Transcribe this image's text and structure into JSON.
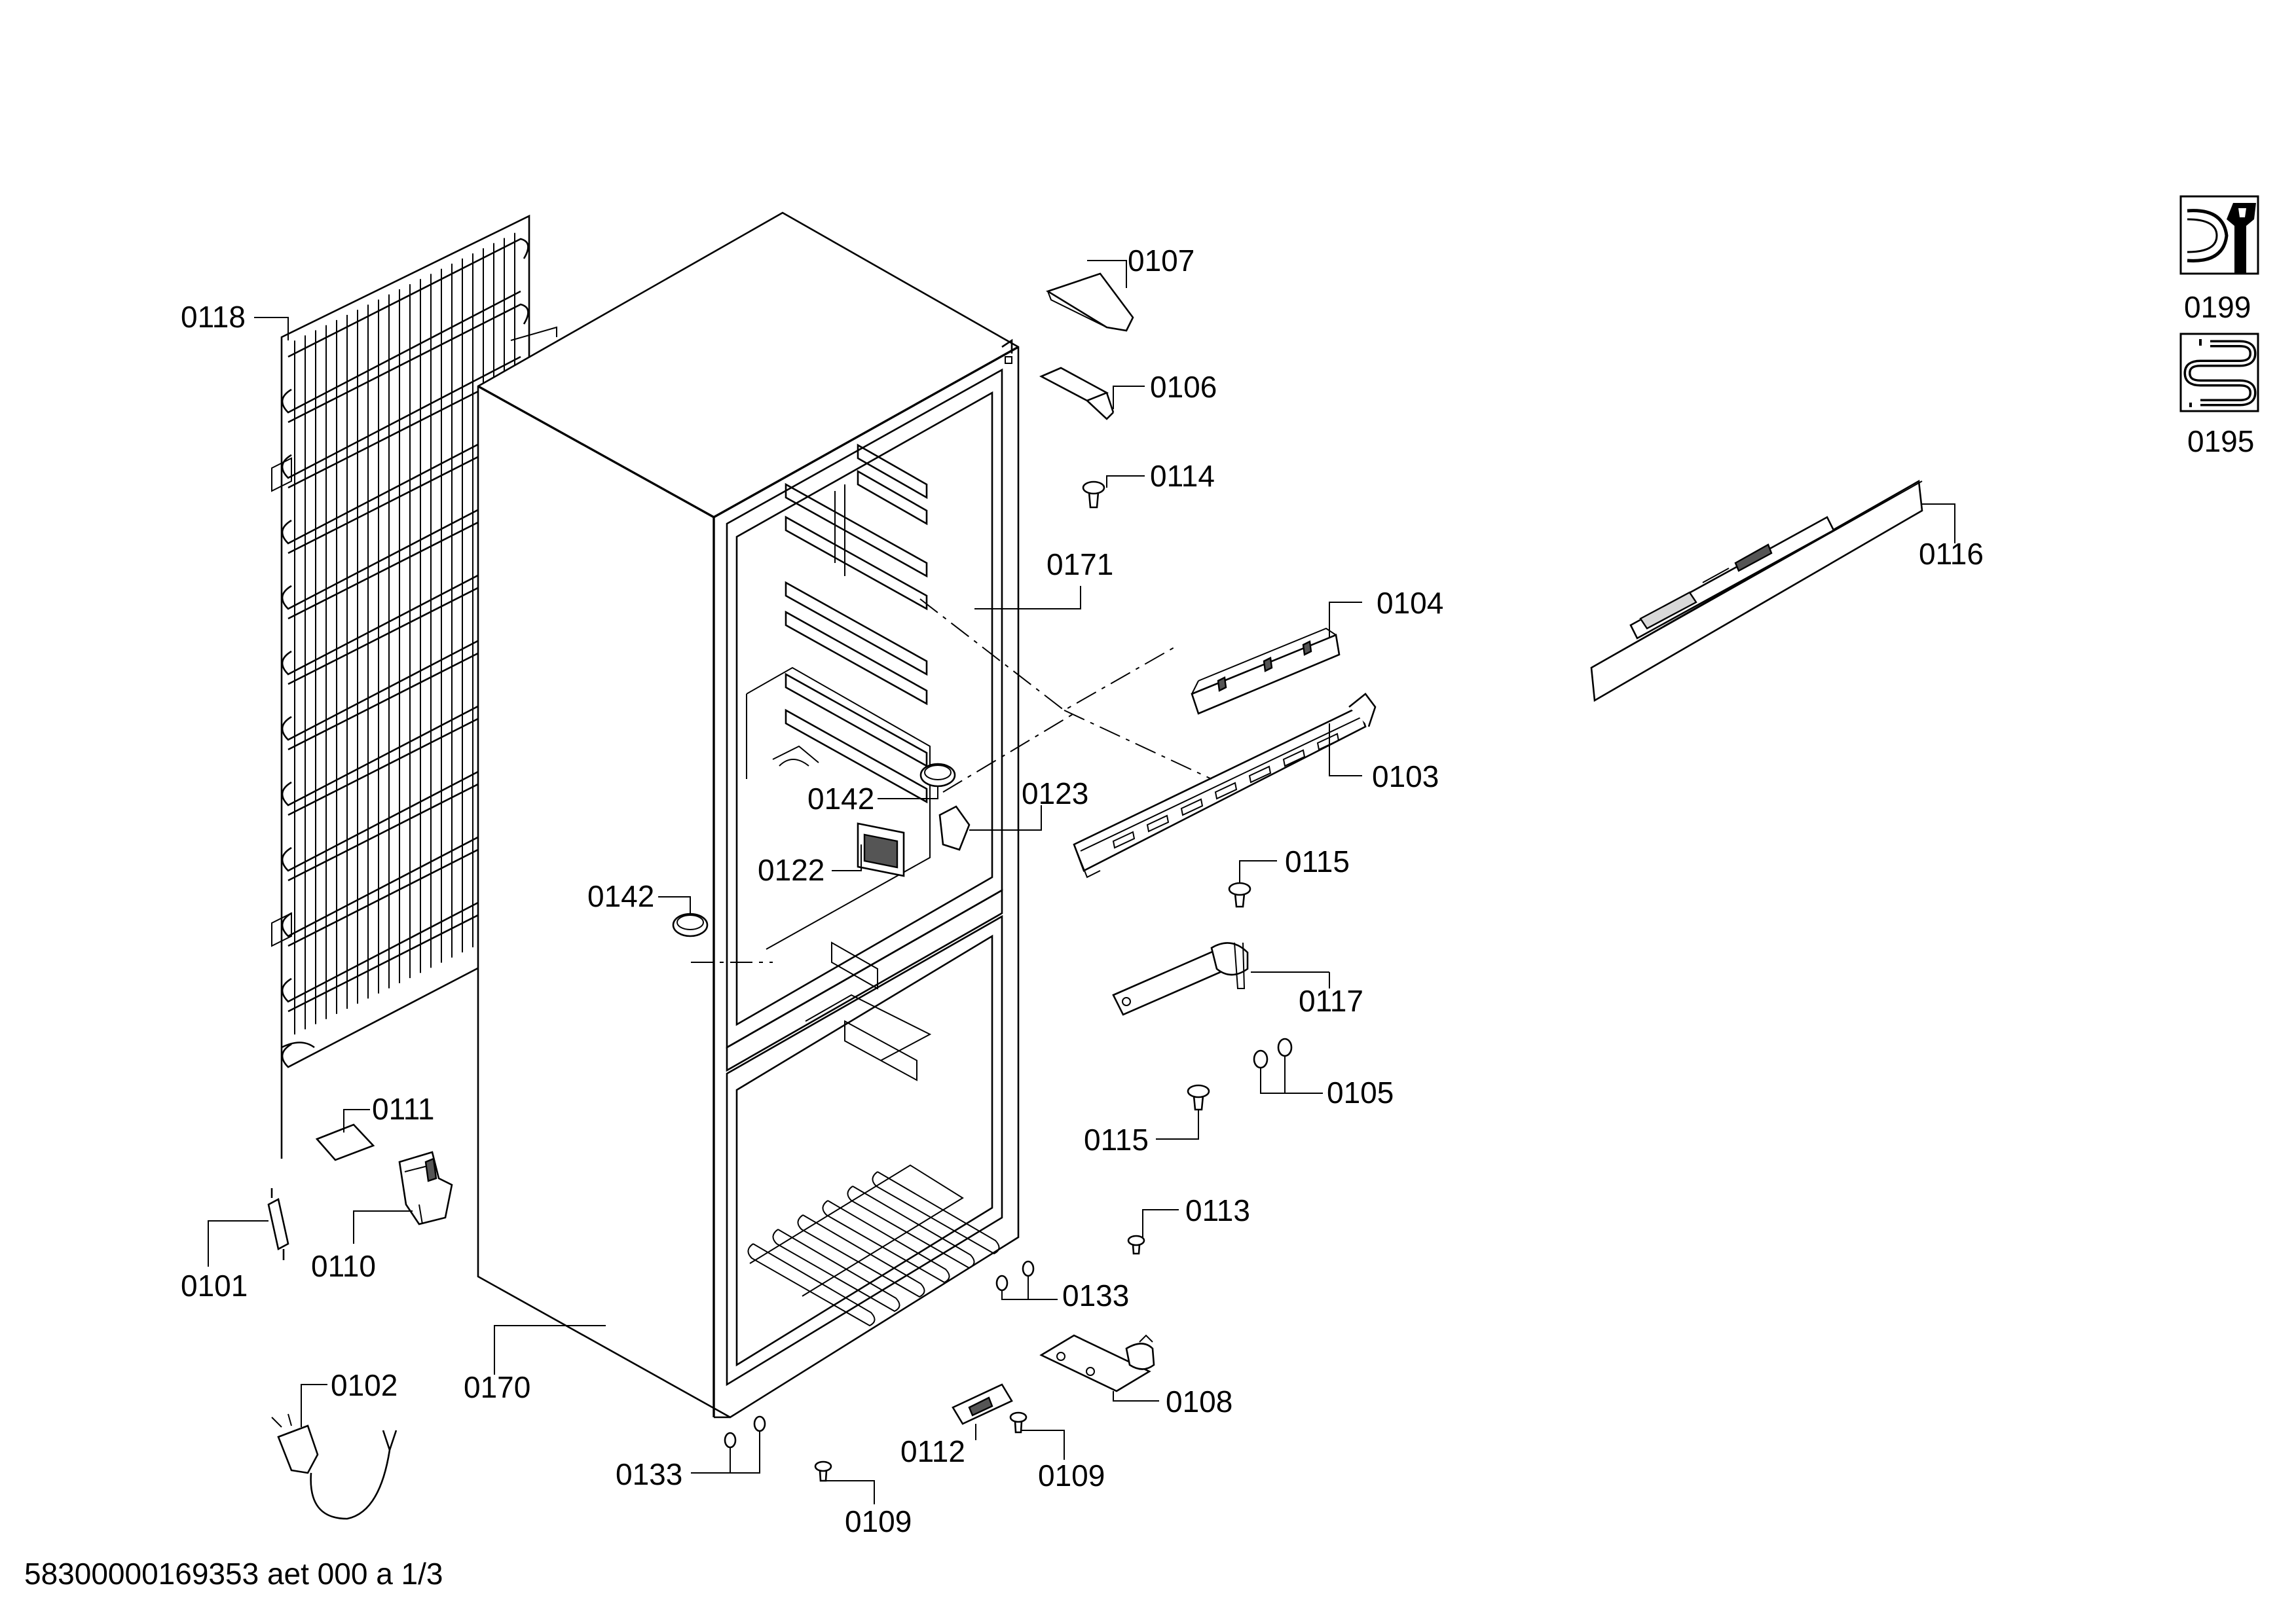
{
  "labels": {
    "p0101": "0101",
    "p0102": "0102",
    "p0103": "0103",
    "p0104": "0104",
    "p0105": "0105",
    "p0106": "0106",
    "p0107": "0107",
    "p0108": "0108",
    "p0109a": "0109",
    "p0109b": "0109",
    "p0110": "0110",
    "p0111": "0111",
    "p0112": "0112",
    "p0113": "0113",
    "p0114": "0114",
    "p0115a": "0115",
    "p0115b": "0115",
    "p0116": "0116",
    "p0117": "0117",
    "p0118": "0118",
    "p0122": "0122",
    "p0123": "0123",
    "p0133a": "0133",
    "p0133b": "0133",
    "p0142a": "0142",
    "p0142b": "0142",
    "p0170": "0170",
    "p0171": "0171",
    "p0195": "0195",
    "p0199": "0199"
  },
  "icons": {
    "service": "wrench-service-icon",
    "condenser": "condenser-coil-icon"
  },
  "footer": {
    "document_id": "58300000169353 aet 000 a 1/3"
  }
}
